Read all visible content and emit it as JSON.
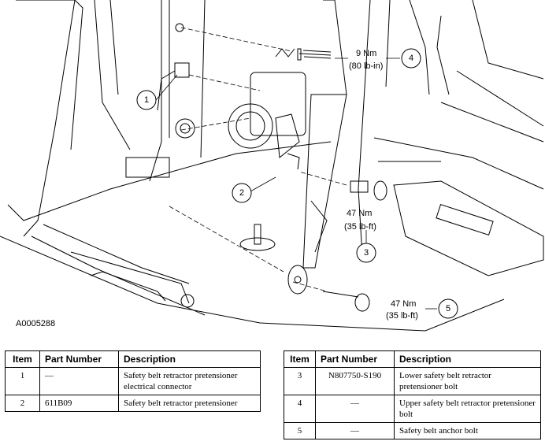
{
  "figure": {
    "reference_code": "A0005288",
    "callouts": [
      {
        "number": "1"
      },
      {
        "number": "2"
      },
      {
        "number": "3",
        "torque_nm": "47 Nm",
        "torque_imperial": "(35 lb-ft)"
      },
      {
        "number": "4",
        "torque_nm": "9 Nm",
        "torque_imperial": "(80 lb-in)"
      },
      {
        "number": "5",
        "torque_nm": "47 Nm",
        "torque_imperial": "(35 lb-ft)"
      }
    ]
  },
  "tables": {
    "headers": {
      "item": "Item",
      "part_number": "Part Number",
      "description": "Description"
    },
    "left": [
      {
        "item": "1",
        "part_number": "—",
        "description": "Safety belt retractor pretensioner electrical connector"
      },
      {
        "item": "2",
        "part_number": "611B09",
        "description": "Safety belt retractor pretensioner"
      }
    ],
    "right": [
      {
        "item": "3",
        "part_number": "N807750-S190",
        "description": "Lower safety belt retractor pretensioner bolt"
      },
      {
        "item": "4",
        "part_number": "—",
        "description": "Upper safety belt retractor pretensioner bolt"
      },
      {
        "item": "5",
        "part_number": "—",
        "description": "Safety belt anchor bolt"
      }
    ]
  }
}
